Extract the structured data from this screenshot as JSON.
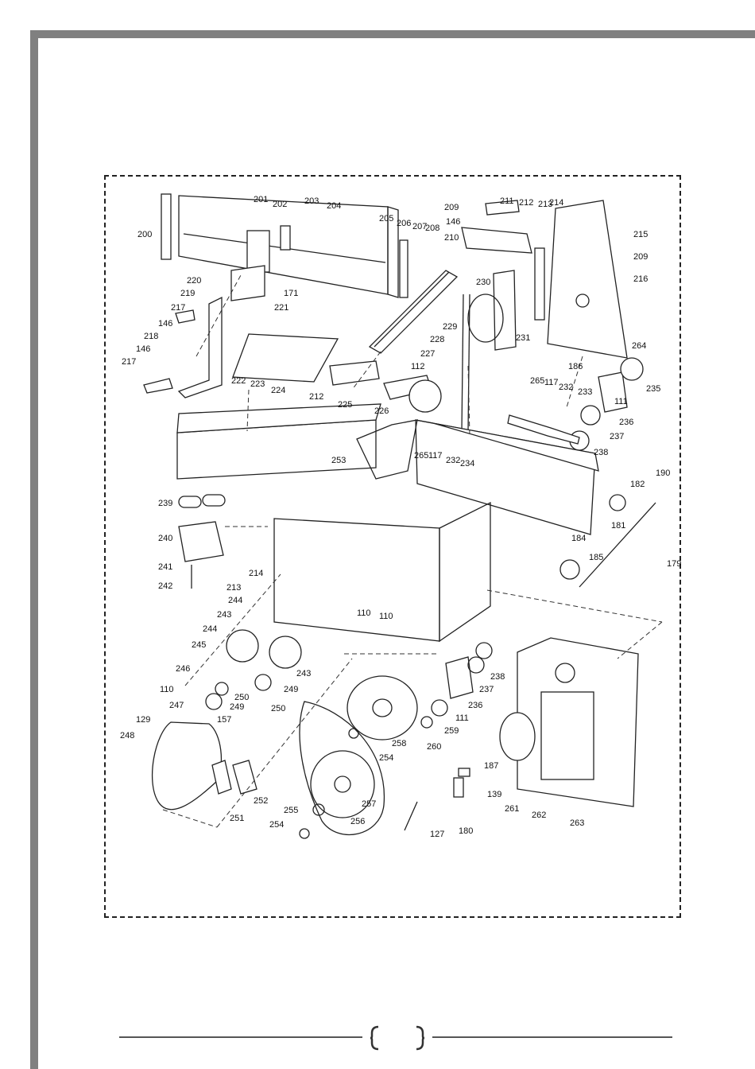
{
  "document": {
    "page_number": "",
    "diagram": {
      "part_labels": [
        "200",
        "201",
        "202",
        "203",
        "204",
        "205",
        "206",
        "207",
        "208",
        "209",
        "146",
        "211",
        "212",
        "213",
        "214",
        "215",
        "209",
        "216",
        "210",
        "230",
        "229",
        "231",
        "228",
        "227",
        "112",
        "226",
        "225",
        "212",
        "224",
        "223",
        "222",
        "220",
        "171",
        "221",
        "219",
        "217",
        "146",
        "218",
        "146",
        "217",
        "264",
        "186",
        "265",
        "117",
        "232",
        "233",
        "235",
        "111",
        "236",
        "237",
        "238",
        "253",
        "265",
        "117",
        "232",
        "234",
        "190",
        "182",
        "181",
        "184",
        "185",
        "179",
        "239",
        "240",
        "241",
        "242",
        "214",
        "213",
        "244",
        "243",
        "244",
        "245",
        "243",
        "249",
        "246",
        "110",
        "250",
        "249",
        "250",
        "247",
        "157",
        "129",
        "248",
        "110",
        "110",
        "238",
        "237",
        "236",
        "111",
        "259",
        "260",
        "258",
        "254",
        "257",
        "256",
        "255",
        "254",
        "252",
        "251",
        "187",
        "139",
        "180",
        "127",
        "261",
        "262",
        "263"
      ]
    }
  }
}
